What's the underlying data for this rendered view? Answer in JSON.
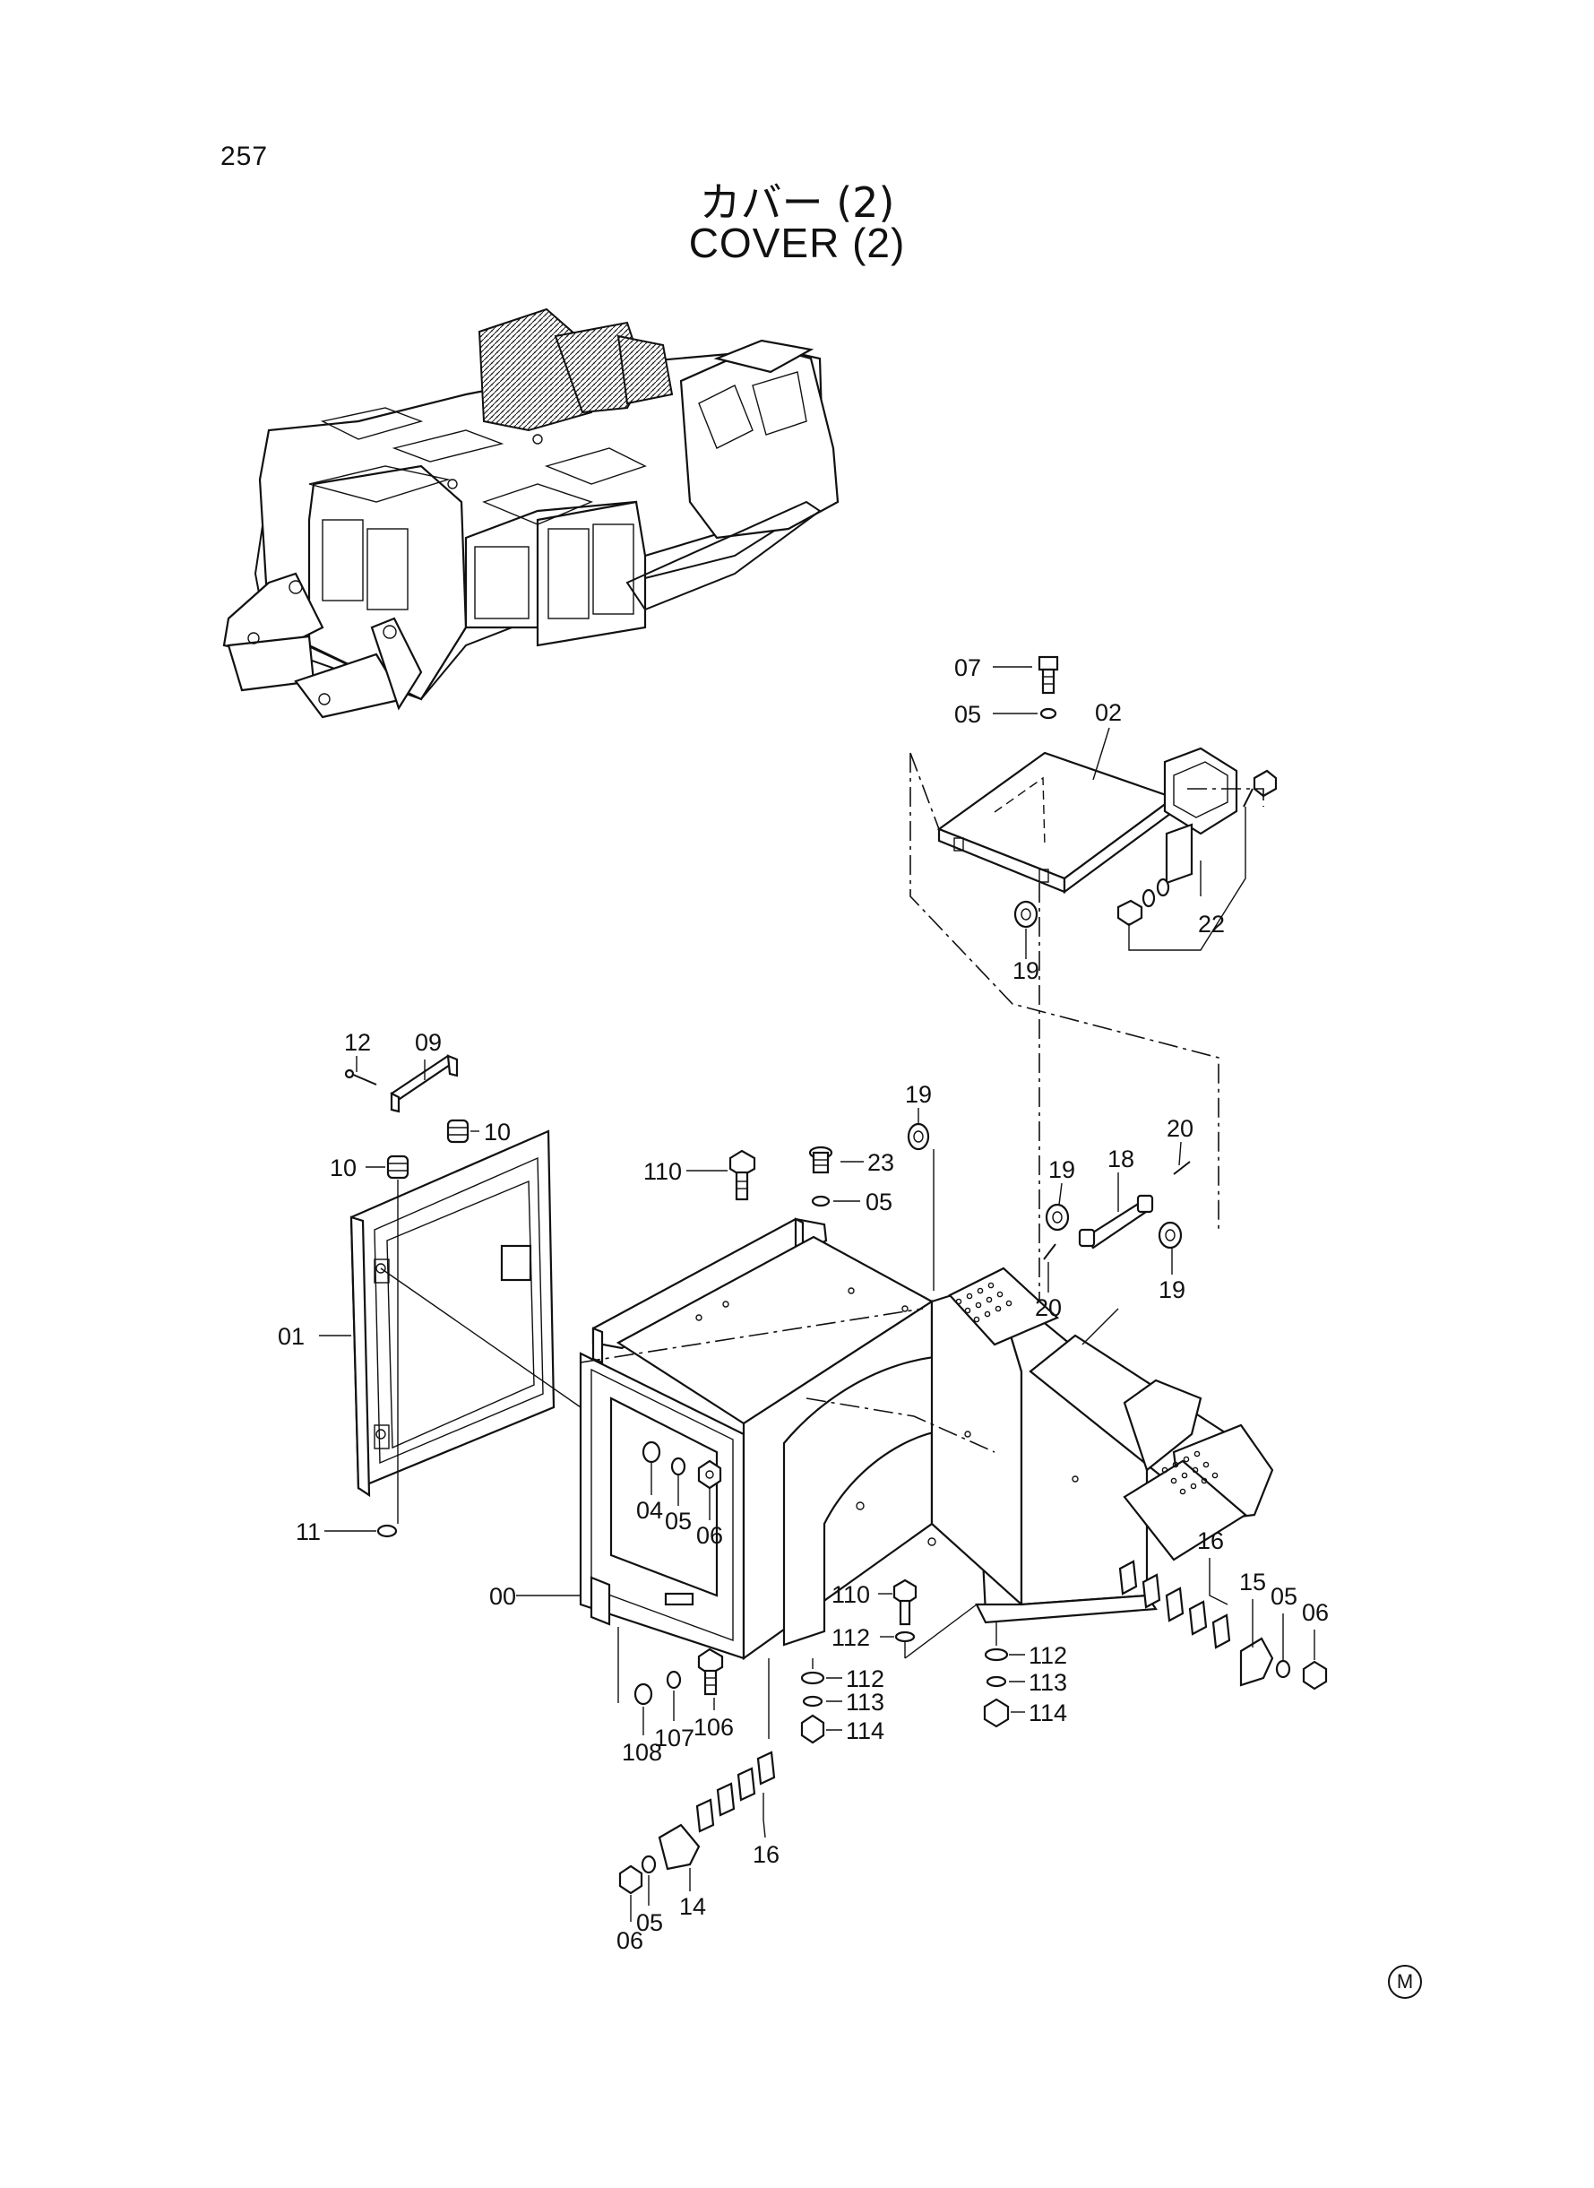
{
  "page_number": "257",
  "title_jp": "カバー (2)",
  "title_en": "COVER (2)",
  "mark": "M",
  "callouts": {
    "c07": "07",
    "c05a": "05",
    "c02": "02",
    "c22": "22",
    "c19a": "19",
    "c09": "09",
    "c12": "12",
    "c10a": "10",
    "c10b": "10",
    "c01": "01",
    "c11": "11",
    "c19b": "19",
    "c110a": "110",
    "c23": "23",
    "c05b": "05",
    "c19c": "19",
    "c18": "18",
    "c20a": "20",
    "c20b": "20",
    "c19d": "19",
    "c04": "04",
    "c05c": "05",
    "c06a": "06",
    "c00": "00",
    "c110b": "110",
    "c112a": "112",
    "c112b": "112",
    "c113a": "113",
    "c114a": "114",
    "c112c": "112",
    "c113b": "113",
    "c114b": "114",
    "c16a": "16",
    "c15": "15",
    "c05d": "05",
    "c06b": "06",
    "c106": "106",
    "c107": "107",
    "c108": "108",
    "c16b": "16",
    "c14": "14",
    "c05e": "05",
    "c06c": "06"
  }
}
